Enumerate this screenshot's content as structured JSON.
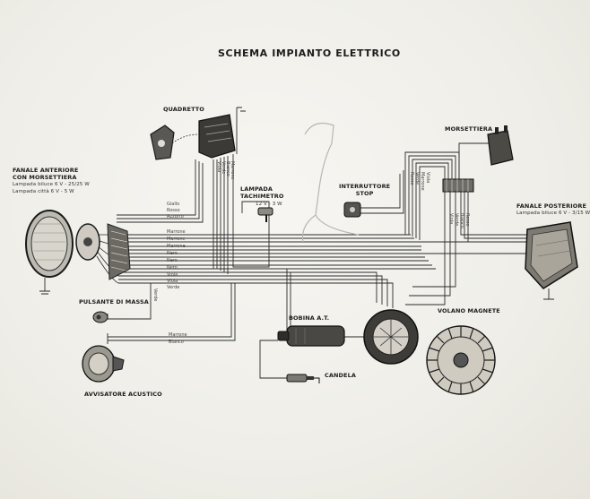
{
  "title": "SCHEMA IMPIANTO ELETTRICO",
  "components": {
    "front_light": {
      "name": "FANALE ANTERIORE\nCON MORSETTIERA",
      "spec1": "Lampada biluce 6 V - 25/25 W",
      "spec2": "Lampada città 6 V - 5 W"
    },
    "switch_panel": {
      "name": "QUADRETTO"
    },
    "speedo_lamp": {
      "name": "LAMPADA\nTACHIMETRO",
      "spec": "12 V - 3 W"
    },
    "stop_switch": {
      "name": "INTERRUTTORE\nSTOP"
    },
    "terminal_block": {
      "name": "MORSETTIERA"
    },
    "rear_light": {
      "name": "FANALE POSTERIORE",
      "spec": "Lampada biluce 6 V - 3/15 W"
    },
    "ground_button": {
      "name": "PULSANTE DI MASSA"
    },
    "coil": {
      "name": "BOBINA A.T."
    },
    "flywheel": {
      "name": "VOLANO MAGNETE"
    },
    "spark_plug": {
      "name": "CANDELA"
    },
    "horn": {
      "name": "AVVISATORE ACUSTICO"
    }
  },
  "wire_labels": {
    "left_bundle": [
      "Giallo",
      "Rosso",
      "Azzurro"
    ],
    "main_bundle": [
      "Marrone",
      "Marrone",
      "Marrone",
      "Nero",
      "Nero",
      "Nero",
      "Viola",
      "Viola",
      "Verde"
    ],
    "switch_bundle": [
      "Viola",
      "Verde",
      "Bianco",
      "Marrone"
    ],
    "horn_bundle": [
      "Marrone",
      "Bianco"
    ],
    "stop_bundle": [
      "Rosso",
      "Verde",
      "Marrone",
      "Viola"
    ],
    "rear_bundle": [
      "Viola",
      "Verde",
      "Bianco",
      "Rosso"
    ],
    "ground_wire": "Verde"
  }
}
